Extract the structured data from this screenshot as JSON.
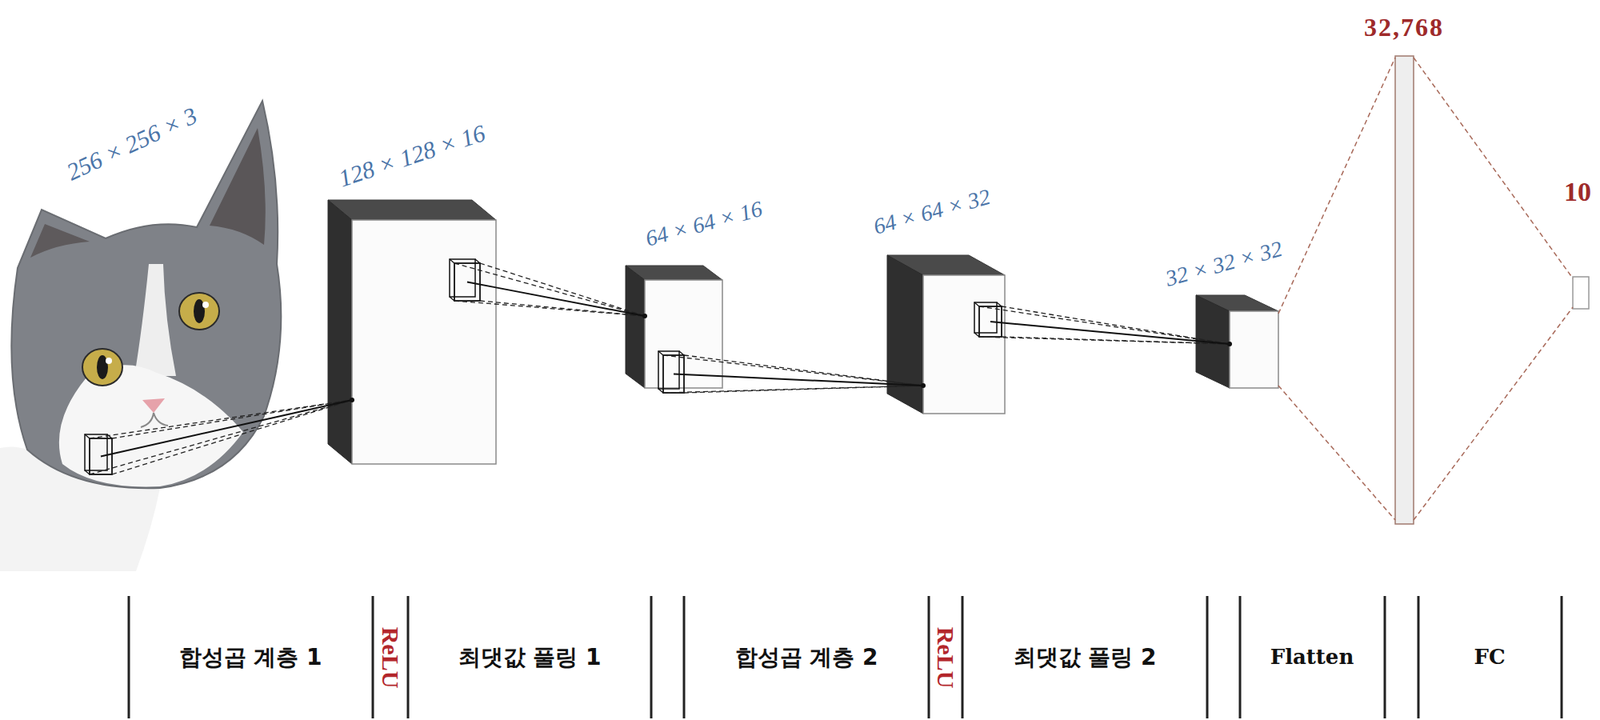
{
  "diagram": {
    "nodes": [
      {
        "text": [
          "256 × 256 × 3"
        ]
      },
      {
        "text": [
          "128 × 128 × 16"
        ]
      },
      {
        "text": [
          "64 × 64 × 16"
        ]
      },
      {
        "text": [
          "64 × 64 × 32"
        ]
      },
      {
        "text": [
          "32 × 32 × 32"
        ]
      },
      {
        "text": [
          "32,768"
        ]
      },
      {
        "text": [
          "10"
        ]
      }
    ],
    "edges": [
      {
        "from": 0,
        "to": 1,
        "arrow": "none"
      },
      {
        "from": 1,
        "to": 2,
        "arrow": "none"
      },
      {
        "from": 2,
        "to": 3,
        "arrow": "none"
      },
      {
        "from": 3,
        "to": 4,
        "arrow": "none"
      },
      {
        "from": 4,
        "to": 5,
        "arrow": "none"
      },
      {
        "from": 5,
        "to": 6,
        "arrow": "none"
      }
    ],
    "labels": [
      "합성곱 계층 1",
      "ReLU",
      "최댓값 풀링 1",
      "합성곱 계층 2",
      "ReLU",
      "최댓값 풀링 2",
      "Flatten",
      "FC"
    ]
  }
}
